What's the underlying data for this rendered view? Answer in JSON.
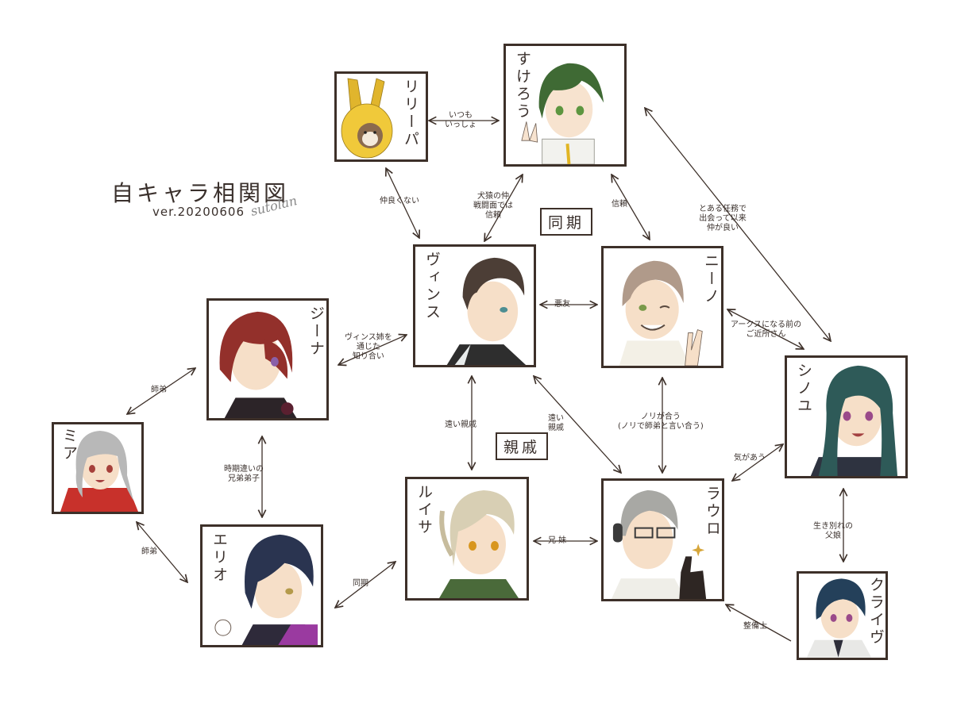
{
  "title": "自キャラ相関図",
  "version": "ver.20200606",
  "signature": "sutolan",
  "group_tags": {
    "douki": "同期",
    "shinseki": "親戚"
  },
  "characters": {
    "sukerou": "すけろう",
    "ririipa": "リリーパ",
    "vince": "ヴィンス",
    "nino": "ニーノ",
    "jina": "ジーナ",
    "shinoyu": "シノユ",
    "mia": "ミア",
    "louisa": "ルイサ",
    "rauro": "ラウロ",
    "erio": "エリオ",
    "clive": "クライヴ"
  },
  "relations": {
    "ririipa_sukerou": "いつも\nいっしょ",
    "ririipa_vince": "仲良くない",
    "sukerou_vince": "犬猿の仲\n戦闘面では\n信頼",
    "sukerou_nino": "信頼",
    "sukerou_shinoyu": "とある任務で\n出会って以来\n仲が良い",
    "vince_nino": "悪友",
    "vince_jina": "ヴィンス姉を\n通じた\n知り合い",
    "nino_shinoyu": "アークスになる前の\nご近所さん",
    "vince_louisa": "遠い親戚",
    "vince_rauro": "遠い\n親戚",
    "nino_rauro": "ノリが合う\n(ノリで師弟と言い合う)",
    "rauro_shinoyu": "気があう",
    "jina_mia": "師弟",
    "jina_erio": "時期違いの\n兄弟弟子",
    "louisa_rauro": "兄 妹",
    "shinoyu_clive": "生き別れの\n父娘",
    "mia_erio": "師弟",
    "erio_louisa": "同期",
    "clive_rauro": "整備士"
  }
}
